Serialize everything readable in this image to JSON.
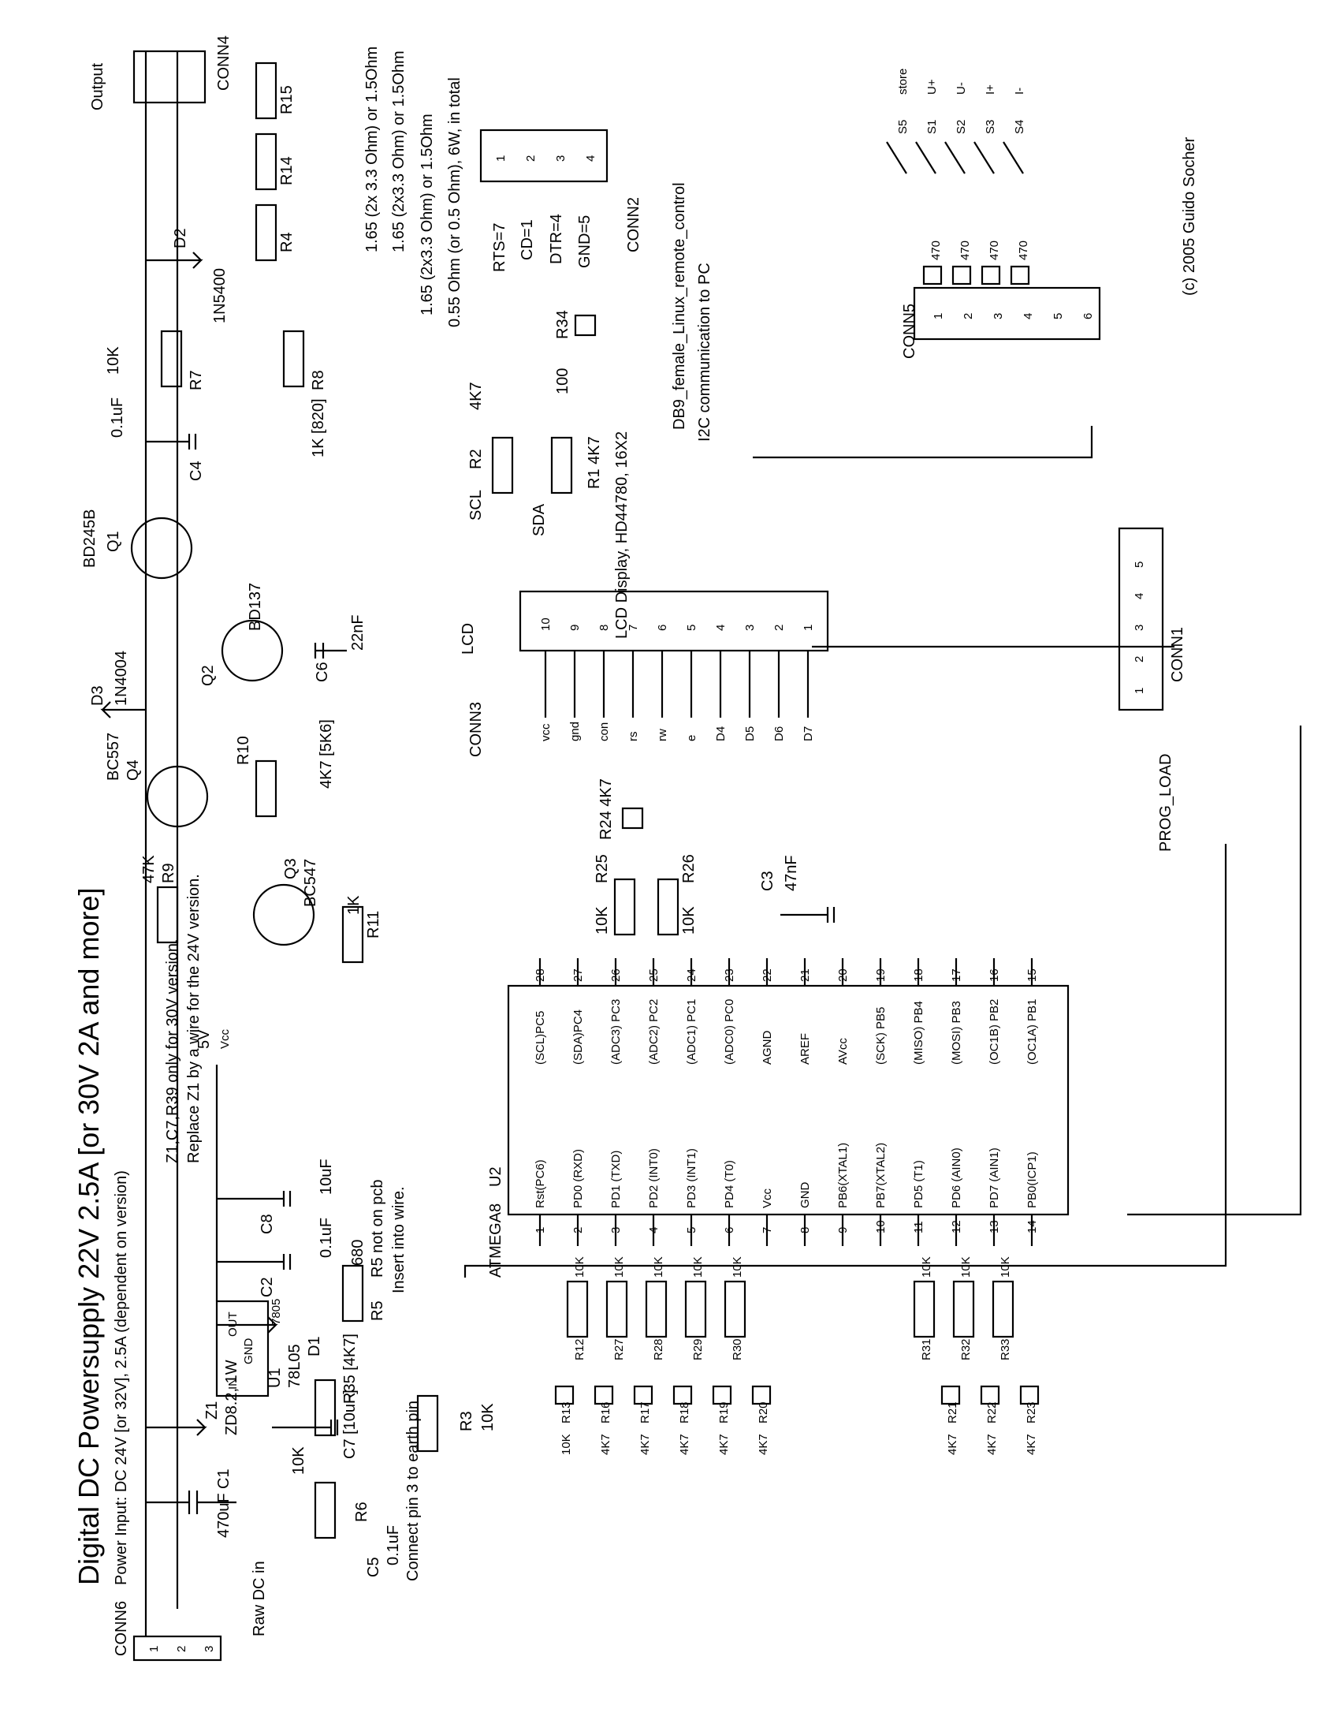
{
  "title": "Digital DC Powersupply 22V 2.5A [or 30V 2A and more]",
  "power_input": "Power Input: DC 24V [or 32V], 2.5A (dependent on version)",
  "copyright": "(c) 2005 Guido Socher",
  "notes": {
    "z1_a": "Z1,C7,R39 only for 30V version.",
    "z1_b": "Replace Z1 by a wire for the 24V version.",
    "r5_a": "R5 not on pcb",
    "r5_b": "Insert into wire.",
    "c5": "Connect pin 3 to earth pin",
    "r15": "1.65 (2x 3.3 Ohm) or 1.5Ohm",
    "r14": "1.65 (2x3.3 Ohm) or 1.5Ohm",
    "r4": "1.65 (2x3.3 Ohm) or 1.5Ohm",
    "shunt_total": "0.55 Ohm (or 0.5 Ohm), 6W, in total",
    "db9": "DB9_female_Linux_remote_control",
    "i2c": "I2C communication to PC",
    "raw_dc": "Raw DC in",
    "output": "Output"
  },
  "parts": {
    "CONN6": "CONN6",
    "C1": "C1",
    "C1v": "470uF",
    "Z1": "Z1",
    "Z1v": "ZD8.2, 1W",
    "U1": "U1",
    "U1v": "78L05",
    "U1b": "7805",
    "U1_in": "IN",
    "U1_gnd": "GND",
    "U1_out": "OUT",
    "C2": "C2",
    "C2v": "0.1uF",
    "C8": "C8",
    "C8v": "10uF",
    "D1": "D1",
    "R5": "R5",
    "R5v": "680",
    "R35": "R35 [4K7]",
    "C7": "C7 [10uF]",
    "R6": "R6",
    "R6v": "10K",
    "C5": "C5",
    "C5v": "0.1uF",
    "R3": "R3",
    "R3v": "10K",
    "Q4": "Q4",
    "Q4v": "BC557",
    "R10": "R10",
    "R10v": "4K7 [5K6]",
    "R9": "R9",
    "R9v": "47K",
    "Q3": "Q3",
    "Q3v": "BC547",
    "R11": "R11",
    "R11v": "1K",
    "Q2": "Q2",
    "Q2v": "BD137",
    "C6": "C6",
    "C6v": "22nF",
    "Q1": "Q1",
    "Q1v": "BD245B",
    "D3": "D3",
    "D3v": "1N4004",
    "C4": "C4",
    "C4v": "0.1uF",
    "R7": "R7",
    "R7v": "10K",
    "R8": "R8",
    "R8v": "1K [820]",
    "D2": "D2",
    "D2v": "1N5400",
    "R4": "R4",
    "R14": "R14",
    "R15": "R15",
    "CONN4": "CONN4",
    "CONN2": "CONN2",
    "RTS": "RTS=7",
    "CD": "CD=1",
    "DTR": "DTR=4",
    "GND5": "GND=5",
    "R34": "R34",
    "R34v": "100",
    "R2": "R2",
    "R2v": "4K7",
    "R1": "R1 4K7",
    "SCL": "SCL",
    "SDA": "SDA",
    "LCDNAME": "LCD Display, HD44780, 16X2",
    "LCD": "LCD",
    "CONN3": "CONN3",
    "U2": "U2",
    "U2v": "ATMEGA8",
    "C3": "C3",
    "C3v": "47nF",
    "R24": "R24 4K7",
    "R25": "R25",
    "R26": "R26",
    "R25v": "10K",
    "R26v": "10K",
    "CONN5": "CONN5",
    "CONN1": "CONN1",
    "PROG": "PROG_LOAD",
    "v5": "5V",
    "vcc": "Vcc"
  },
  "lcd_pins": [
    "1",
    "2",
    "3",
    "4",
    "5",
    "6",
    "7",
    "8",
    "9",
    "10"
  ],
  "lcd_signals": [
    "D7",
    "D6",
    "D5",
    "D4",
    "e",
    "rw",
    "rs",
    "con",
    "gnd",
    "vcc"
  ],
  "mcu_left": [
    {
      "n": "1",
      "s": "Rst(PC6)"
    },
    {
      "n": "2",
      "s": "PD0 (RXD)"
    },
    {
      "n": "3",
      "s": "PD1 (TXD)"
    },
    {
      "n": "4",
      "s": "PD2 (INT0)"
    },
    {
      "n": "5",
      "s": "PD3 (INT1)"
    },
    {
      "n": "6",
      "s": "PD4 (T0)"
    },
    {
      "n": "7",
      "s": "Vcc"
    },
    {
      "n": "8",
      "s": "GND"
    },
    {
      "n": "9",
      "s": "PB6(XTAL1)"
    },
    {
      "n": "10",
      "s": "PB7(XTAL2)"
    },
    {
      "n": "11",
      "s": "PD5 (T1)"
    },
    {
      "n": "12",
      "s": "PD6 (AIN0)"
    },
    {
      "n": "13",
      "s": "PD7 (AIN1)"
    },
    {
      "n": "14",
      "s": "PB0(ICP1)"
    }
  ],
  "mcu_right": [
    {
      "n": "28",
      "s": "(SCL)PC5"
    },
    {
      "n": "27",
      "s": "(SDA)PC4"
    },
    {
      "n": "26",
      "s": "(ADC3) PC3"
    },
    {
      "n": "25",
      "s": "(ADC2) PC2"
    },
    {
      "n": "24",
      "s": "(ADC1) PC1"
    },
    {
      "n": "23",
      "s": "(ADC0) PC0"
    },
    {
      "n": "22",
      "s": "AGND"
    },
    {
      "n": "21",
      "s": "AREF"
    },
    {
      "n": "20",
      "s": "AVcc"
    },
    {
      "n": "19",
      "s": "(SCK) PB5"
    },
    {
      "n": "18",
      "s": "(MISO) PB4"
    },
    {
      "n": "17",
      "s": "(MOSI) PB3"
    },
    {
      "n": "16",
      "s": "(OC1B) PB2"
    },
    {
      "n": "15",
      "s": "(OC1A) PB1"
    }
  ],
  "upper_res": [
    {
      "name": "R12",
      "val": "10K"
    },
    {
      "name": "R27",
      "val": "10K"
    },
    {
      "name": "R28",
      "val": "10K"
    },
    {
      "name": "R29",
      "val": "10K"
    },
    {
      "name": "R30",
      "val": "10K"
    },
    {
      "name": "R31",
      "val": "10K"
    },
    {
      "name": "R32",
      "val": "10K"
    },
    {
      "name": "R33",
      "val": "10K"
    }
  ],
  "lower_res": [
    {
      "name": "R13",
      "val": "10K"
    },
    {
      "name": "R16",
      "val": "4K7"
    },
    {
      "name": "R17",
      "val": "4K7"
    },
    {
      "name": "R18",
      "val": "4K7"
    },
    {
      "name": "R19",
      "val": "4K7"
    },
    {
      "name": "R20",
      "val": "4K7"
    },
    {
      "name": "R21",
      "val": "4K7"
    },
    {
      "name": "R22",
      "val": "4K7"
    },
    {
      "name": "R23",
      "val": "4K7"
    }
  ],
  "switches": [
    {
      "name": "S5",
      "label": "store"
    },
    {
      "name": "S1",
      "label": "U+"
    },
    {
      "name": "S2",
      "label": "U-"
    },
    {
      "name": "S3",
      "label": "I+"
    },
    {
      "name": "S4",
      "label": "I-"
    }
  ],
  "switch_res": "470",
  "conn1_pins": [
    "1",
    "2",
    "3",
    "4",
    "5"
  ],
  "conn5_pins": [
    "1",
    "2",
    "3",
    "4",
    "5",
    "6"
  ],
  "conn2_pins": [
    "1",
    "2",
    "3",
    "4"
  ],
  "conn6_pins": [
    "1",
    "2",
    "3"
  ]
}
